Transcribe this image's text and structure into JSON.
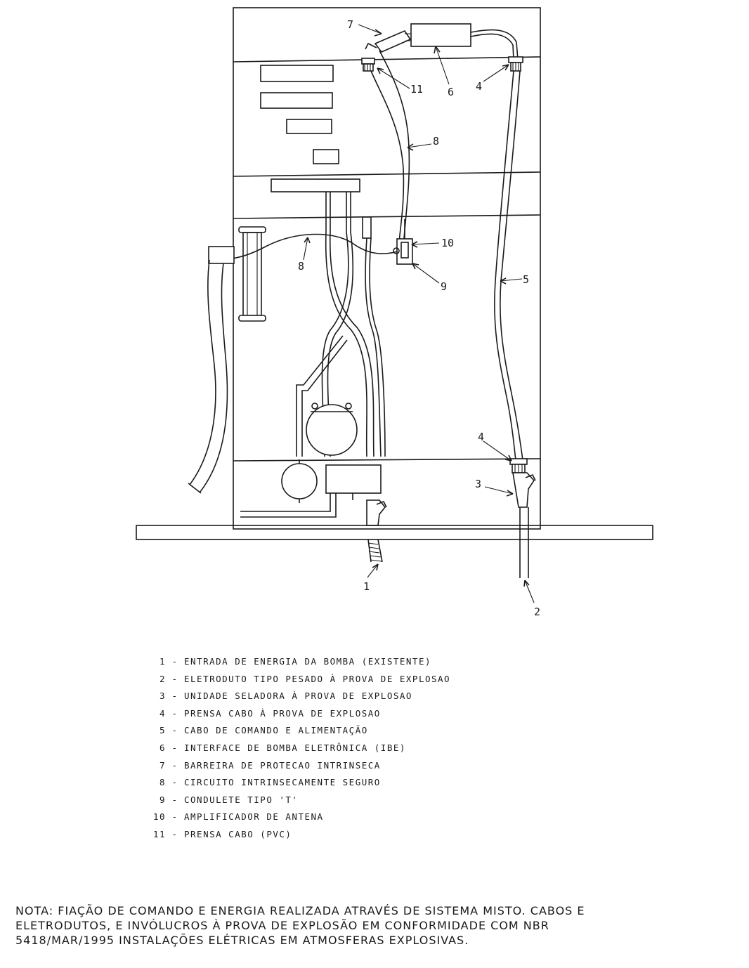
{
  "diagram": {
    "callouts": [
      {
        "id": "c7",
        "label": "7"
      },
      {
        "id": "c6",
        "label": "6"
      },
      {
        "id": "c11",
        "label": "11"
      },
      {
        "id": "c4a",
        "label": "4"
      },
      {
        "id": "c8a",
        "label": "8"
      },
      {
        "id": "c10",
        "label": "10"
      },
      {
        "id": "c8b",
        "label": "8"
      },
      {
        "id": "c9",
        "label": "9"
      },
      {
        "id": "c5",
        "label": "5"
      },
      {
        "id": "c4b",
        "label": "4"
      },
      {
        "id": "c3",
        "label": "3"
      },
      {
        "id": "c1",
        "label": "1"
      },
      {
        "id": "c2",
        "label": "2"
      }
    ]
  },
  "legend": [
    {
      "num": "1",
      "text": "ENTRADA DE ENERGIA DA BOMBA (EXISTENTE)"
    },
    {
      "num": "2",
      "text": "ELETRODUTO TIPO PESADO À PROVA DE EXPLOSAO"
    },
    {
      "num": "3",
      "text": "UNIDADE SELADORA À PROVA DE EXPLOSAO"
    },
    {
      "num": "4",
      "text": "PRENSA CABO À PROVA DE EXPLOSAO"
    },
    {
      "num": "5",
      "text": "CABO DE COMANDO E ALIMENTAÇÃO"
    },
    {
      "num": "6",
      "text": "INTERFACE DE BOMBA ELETRÔNICA  (IBE)"
    },
    {
      "num": "7",
      "text": "BARREIRA DE PROTECAO INTRINSECA"
    },
    {
      "num": "8",
      "text": "CIRCUITO INTRINSECAMENTE SEGURO"
    },
    {
      "num": "9",
      "text": "CONDULETE TIPO 'T'"
    },
    {
      "num": "10",
      "text": "AMPLIFICADOR DE ANTENA"
    },
    {
      "num": "11",
      "text": "PRENSA CABO (PVC)"
    }
  ],
  "note": {
    "lines": [
      "NOTA: FIAÇÃO DE COMANDO E ENERGIA REALIZADA ATRAVÉS DE SISTEMA MISTO. CABOS E",
      "ELETRODUTOS, E INVÓLUCROS À PROVA DE EXPLOSÃO EM CONFORMIDADE COM NBR",
      "5418/MAR/1995 INSTALAÇÕES ELÉTRICAS EM ATMOSFERAS EXPLOSIVAS."
    ]
  },
  "colors": {
    "ink": "#1a1a1a",
    "paper": "#ffffff"
  }
}
